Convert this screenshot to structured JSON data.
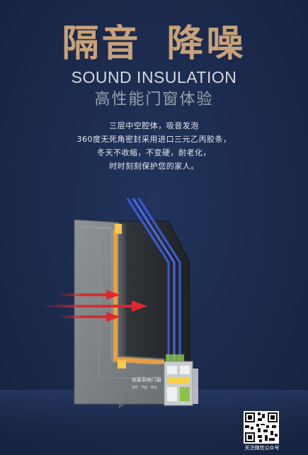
{
  "title": {
    "part1": "隔音",
    "part2": "降噪"
  },
  "subtitle_en": "SOUND INSULATION",
  "subtitle_cn": "高性能门窗体验",
  "description": [
    "三层中空腔体，吸音发泡",
    "360度无死角密封采用进口三元乙丙胶条，",
    "冬天不收缩，不变硬，耐老化，",
    "时时刻刻保护您的家人。"
  ],
  "profile_logo_text": "铭窗系统门窗",
  "profile_small_text": "隔音 · 节能 · 保温",
  "qr_caption": "关注微信公众号",
  "colors": {
    "background": "#1b2a4c",
    "title_gold": "#c9a27a",
    "arrow_red": "#d9262b",
    "frame_gray": "#7b7f82",
    "glass_blue": "#3a5ad6",
    "seal_orange": "#e8a040",
    "seal_green": "#8bc34a"
  }
}
